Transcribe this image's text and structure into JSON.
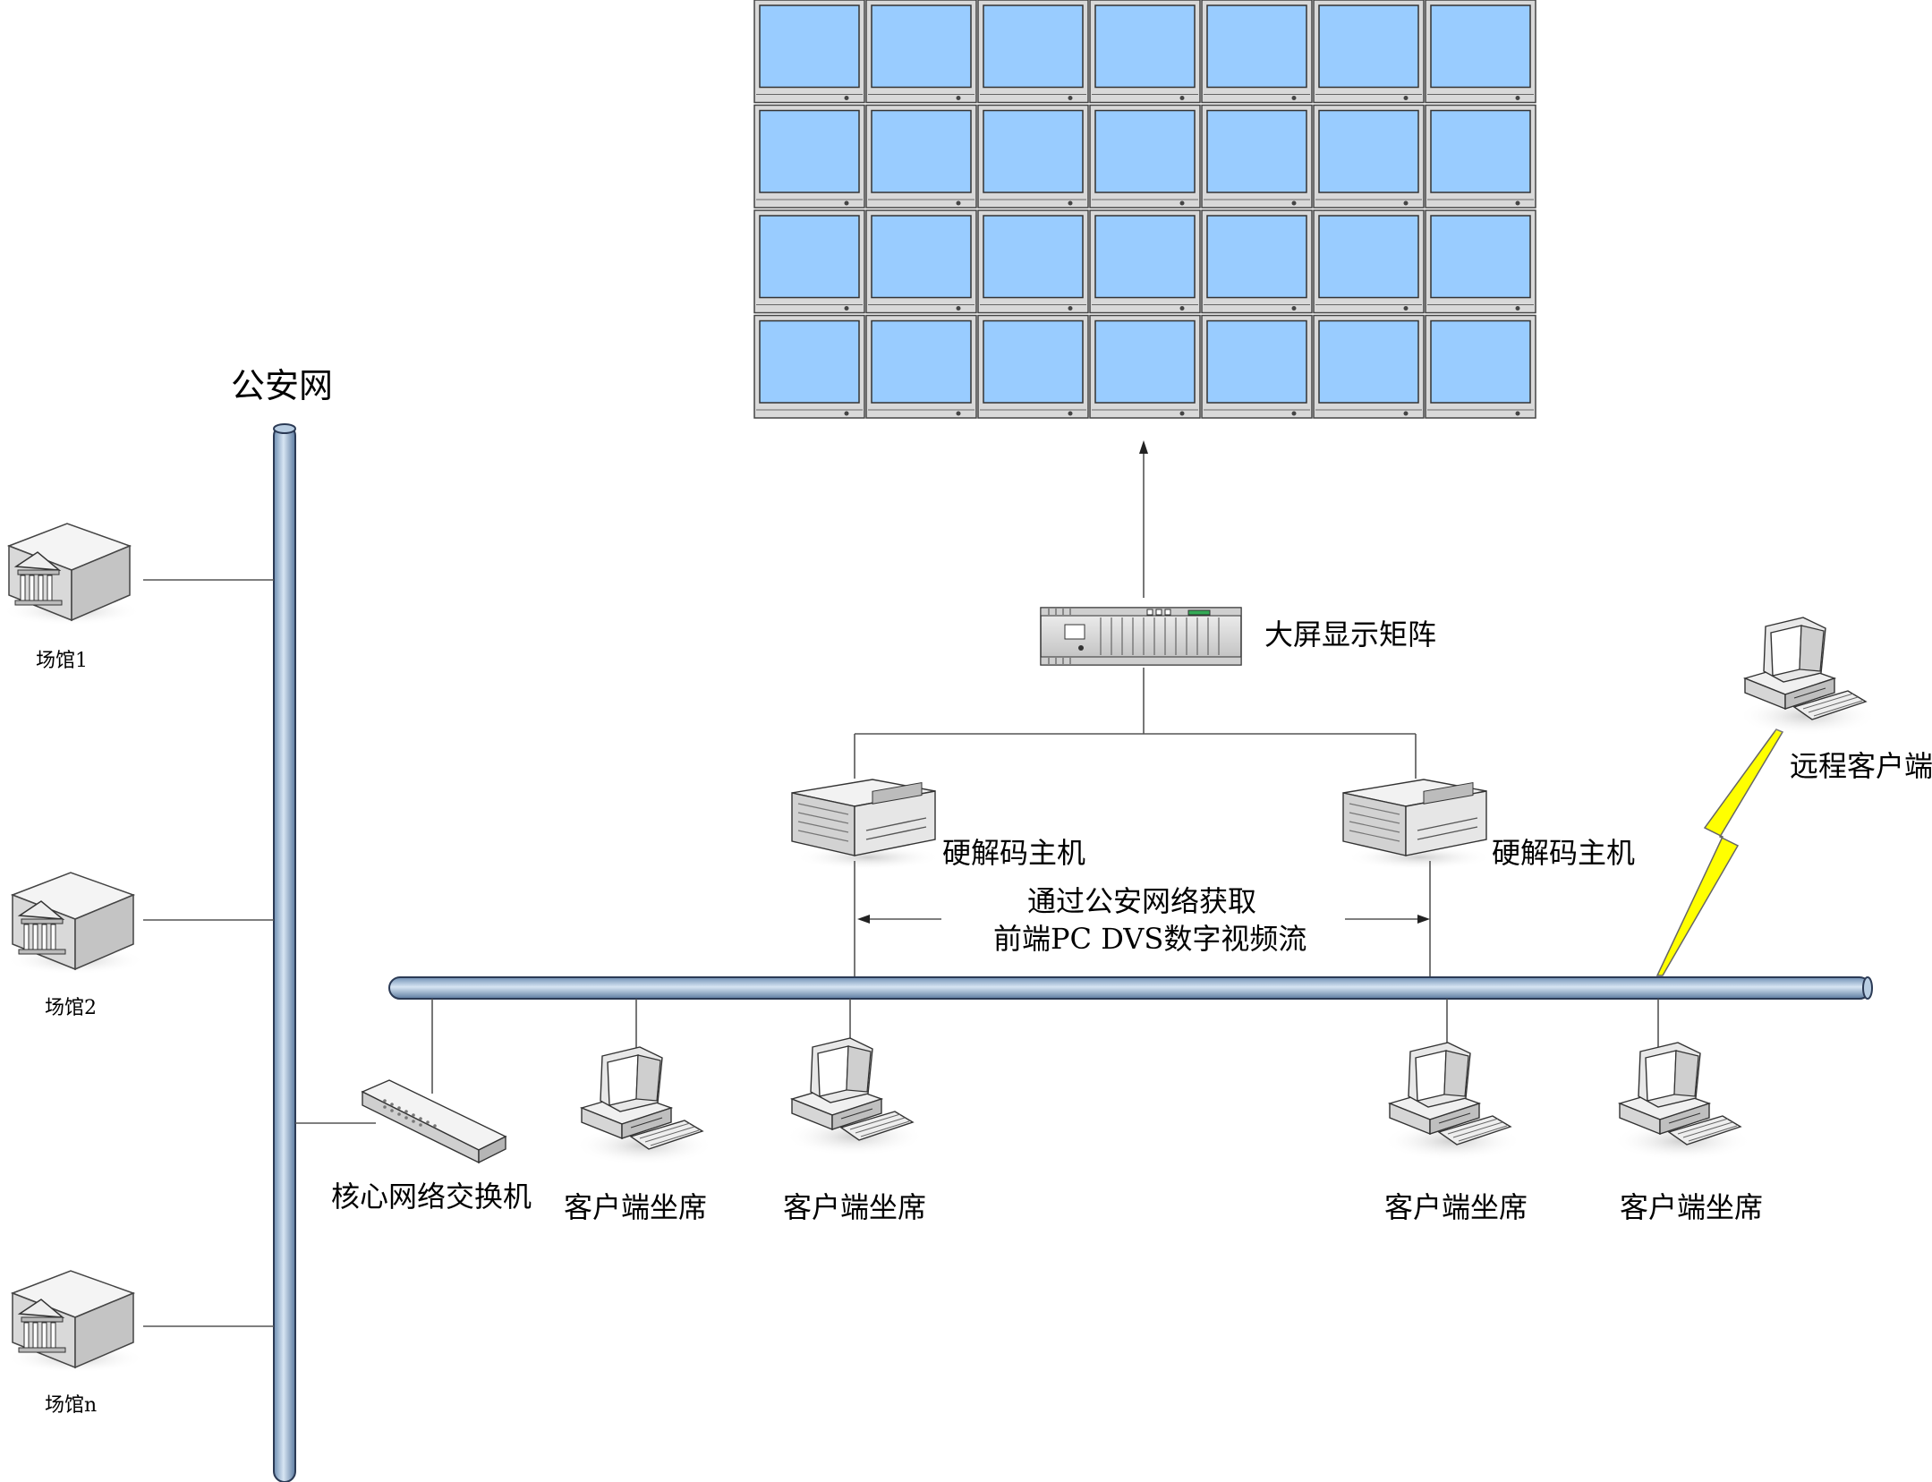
{
  "labels": {
    "public_security_net": "公安网",
    "venue_1": "场馆1",
    "venue_2": "场馆2",
    "venue_n": "场馆n",
    "display_matrix": "大屏显示矩阵",
    "decoder_host_left": "硬解码主机",
    "decoder_host_right": "硬解码主机",
    "stream_note_line1": "通过公安网络获取",
    "stream_note_line2": "前端PC DVS数字视频流",
    "remote_client": "远程客户端",
    "core_switch": "核心网络交换机",
    "client_seat_1": "客户端坐席",
    "client_seat_2": "客户端坐席",
    "client_seat_3": "客户端坐席",
    "client_seat_4": "客户端坐席"
  },
  "video_wall": {
    "rows": 4,
    "cols": 7
  },
  "colors": {
    "pipe": "#9bb7d4",
    "pipe_edge": "#2b3a55",
    "screen": "#99ccff",
    "lightning": "#ffff00"
  },
  "icons": [
    "building-icon",
    "server-rack-icon",
    "decoder-host-icon",
    "computer-icon",
    "network-switch-icon",
    "lightning-icon",
    "monitor-icon"
  ]
}
